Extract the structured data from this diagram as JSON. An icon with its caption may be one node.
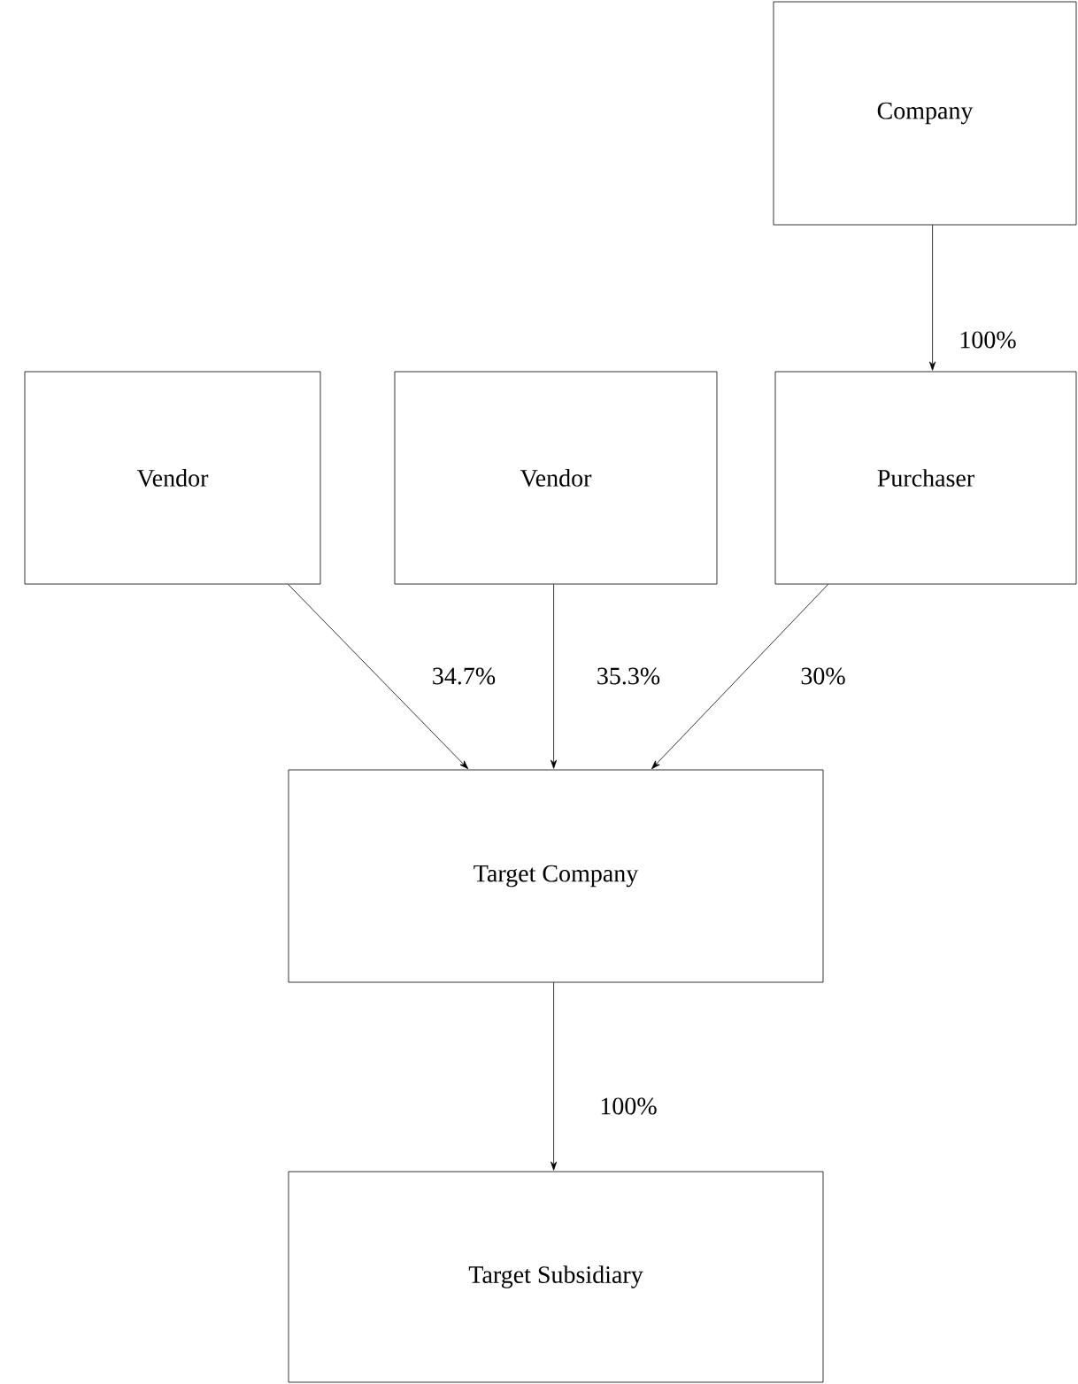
{
  "diagram": {
    "nodes": [
      {
        "text": [
          "Company"
        ]
      },
      {
        "text": [
          "Vendor"
        ]
      },
      {
        "text": [
          "Vendor"
        ]
      },
      {
        "text": [
          "Purchaser"
        ]
      },
      {
        "text": [
          "Target Company"
        ]
      },
      {
        "text": [
          "Target Subsidiary"
        ]
      }
    ],
    "edges": [
      {
        "from": 0,
        "to": 3,
        "arrow": "to",
        "label": "100%"
      },
      {
        "from": 1,
        "to": 4,
        "arrow": "to",
        "label": "34.7%"
      },
      {
        "from": 2,
        "to": 4,
        "arrow": "to",
        "label": "35.3%"
      },
      {
        "from": 3,
        "to": 4,
        "arrow": "to",
        "label": "30%"
      },
      {
        "from": 4,
        "to": 5,
        "arrow": "to",
        "label": "100%"
      }
    ]
  }
}
